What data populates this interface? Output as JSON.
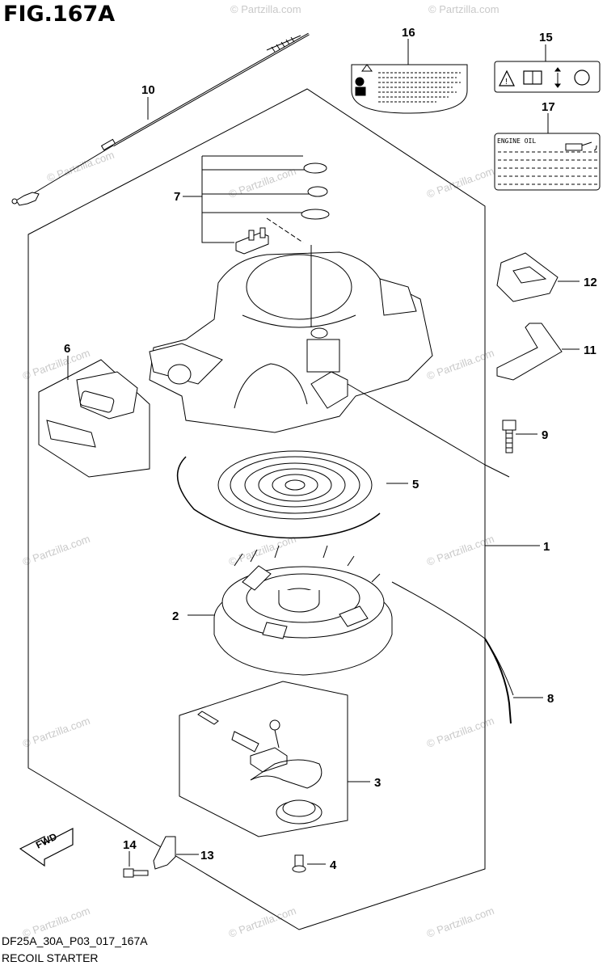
{
  "figure": {
    "title": "FIG.167A"
  },
  "footer": {
    "code": "DF25A_30A_P03_017_167A",
    "name": "RECOIL STARTER"
  },
  "callouts": {
    "c1": "1",
    "c2": "2",
    "c3": "3",
    "c4": "4",
    "c5": "5",
    "c6": "6",
    "c7": "7",
    "c8": "8",
    "c9": "9",
    "c10": "10",
    "c11": "11",
    "c12": "12",
    "c13": "13",
    "c14": "14",
    "c15": "15",
    "c16": "16",
    "c17": "17"
  },
  "labels": {
    "engine_oil": "ENGINE OIL",
    "fwd": "FWD"
  },
  "watermark": "© Partzilla.com",
  "colors": {
    "line": "#000000",
    "watermark": "#c9c9c9"
  },
  "icons": [
    "warning-icon",
    "manual-icon",
    "vertical-arrows-icon",
    "head-icon",
    "oil-can-icon"
  ]
}
